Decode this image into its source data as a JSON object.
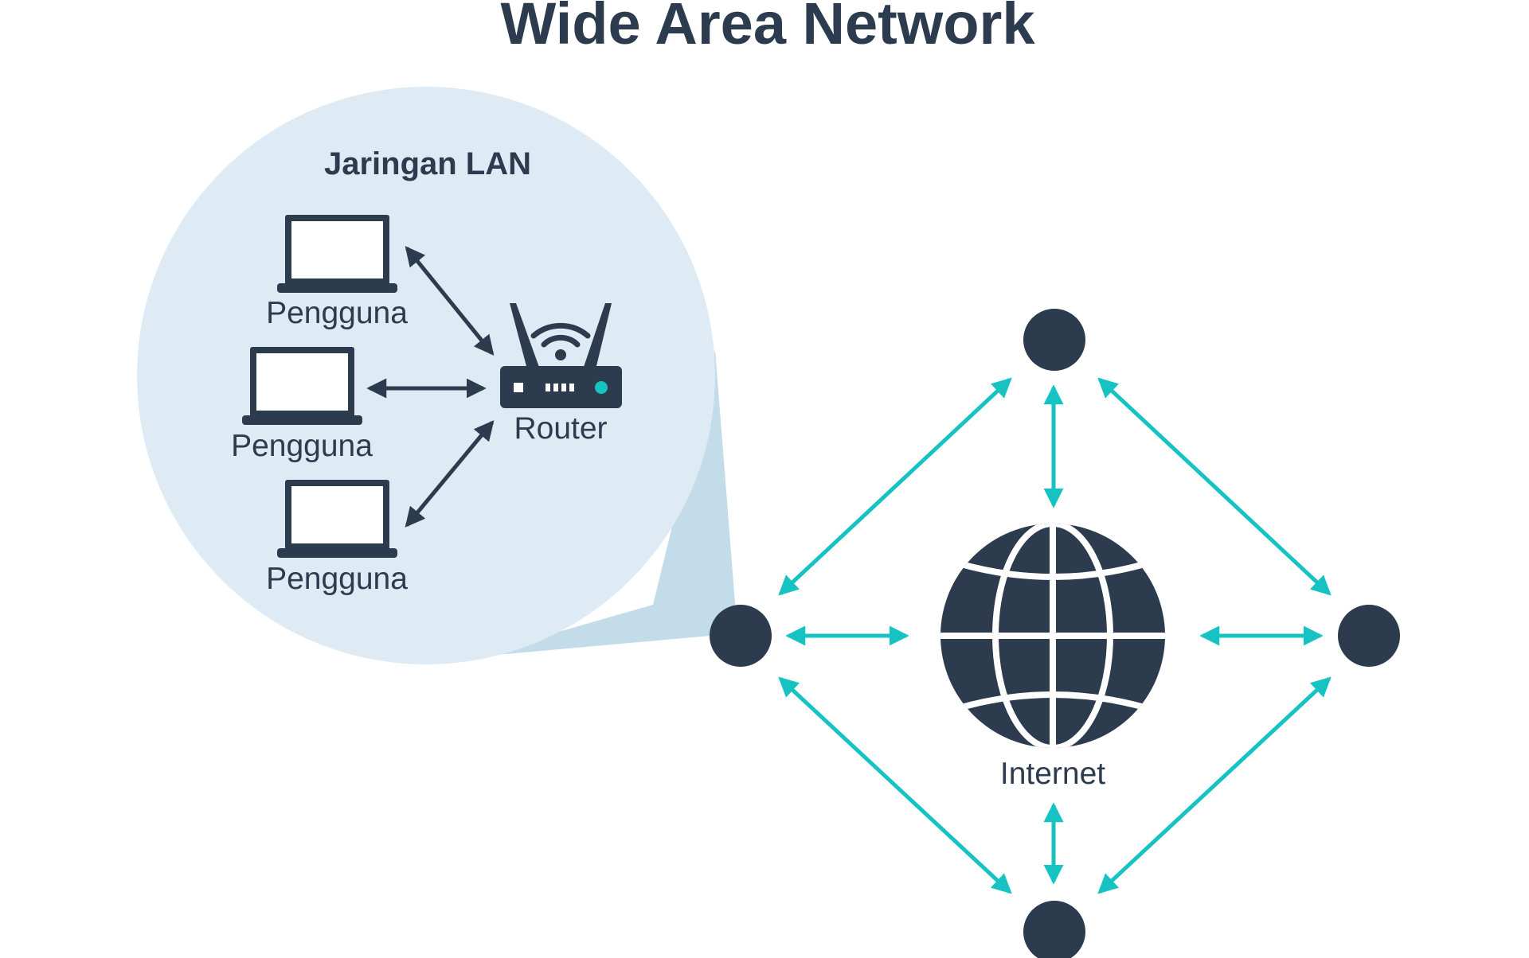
{
  "title": "Wide Area Network",
  "lan": {
    "title": "Jaringan LAN",
    "users": [
      {
        "label": "Pengguna"
      },
      {
        "label": "Pengguna"
      },
      {
        "label": "Pengguna"
      }
    ],
    "router": {
      "label": "Router"
    }
  },
  "internet": {
    "label": "Internet"
  },
  "colors": {
    "dark": "#2d3b4e",
    "accent": "#17c2c2",
    "bubble": "#deebf4",
    "bubble_tail": "#c3dce9",
    "background": "#ffffff"
  },
  "icons": {
    "user_device": "laptop-icon",
    "router": "wifi-router-icon",
    "internet": "globe-icon",
    "wan_node": "network-node"
  }
}
